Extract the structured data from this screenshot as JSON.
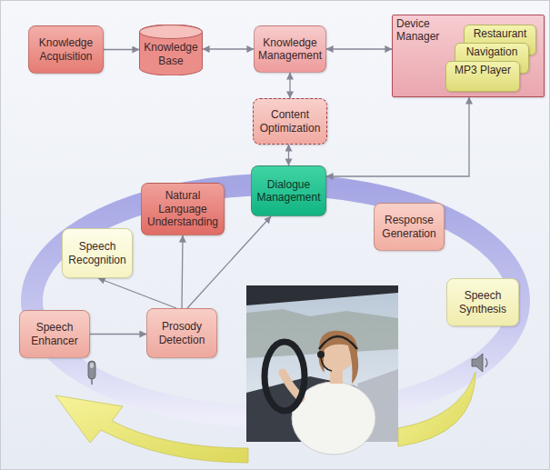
{
  "diagram": {
    "nodes": [
      {
        "text": [
          "Knowledge Acquisition"
        ]
      },
      {
        "text": [
          "Knowledge Base"
        ]
      },
      {
        "text": [
          "Knowledge Management"
        ]
      },
      {
        "text": [
          "Device Manager"
        ]
      },
      {
        "text": [
          "Restaurant"
        ],
        "in": 3
      },
      {
        "text": [
          "Navigation"
        ],
        "in": 3
      },
      {
        "text": [
          "MP3 Player"
        ],
        "in": 3
      },
      {
        "text": [
          "Content Optimization"
        ]
      },
      {
        "text": [
          "Natural Language Understanding"
        ]
      },
      {
        "text": [
          "Dialogue Management"
        ]
      },
      {
        "text": [
          "Response Generation"
        ]
      },
      {
        "text": [
          "Speech Recognition"
        ]
      },
      {
        "text": [
          "Speech Synthesis"
        ]
      },
      {
        "text": [
          "Speech Enhancer"
        ]
      },
      {
        "text": [
          "Prosody Detection"
        ]
      }
    ],
    "edges": [
      {
        "from": 0,
        "to": 1,
        "arrow": "to"
      },
      {
        "from": 1,
        "to": 2,
        "arrow": "both"
      },
      {
        "from": 2,
        "to": 3,
        "arrow": "both"
      },
      {
        "from": 2,
        "to": 7,
        "arrow": "both"
      },
      {
        "from": 7,
        "to": 9,
        "arrow": "both"
      },
      {
        "from": 3,
        "to": 9,
        "arrow": "both"
      },
      {
        "from": 13,
        "to": 14,
        "arrow": "to"
      },
      {
        "from": 14,
        "to": 11,
        "arrow": "to"
      },
      {
        "from": 14,
        "to": 8,
        "arrow": "to"
      },
      {
        "from": 14,
        "to": 9,
        "arrow": "to"
      }
    ]
  }
}
